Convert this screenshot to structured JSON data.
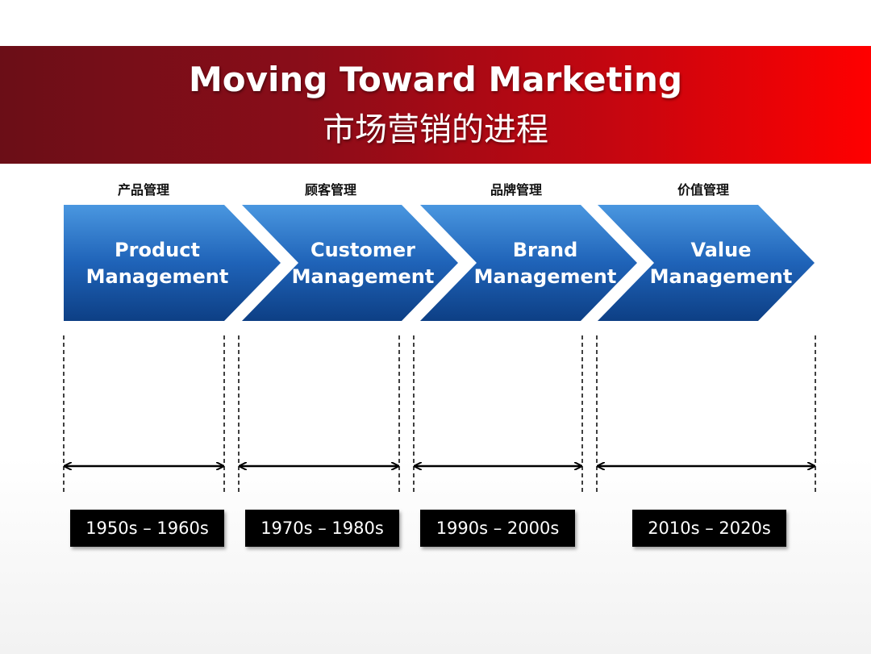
{
  "title": {
    "en": "Moving Toward Marketing",
    "zh": "市场营销的进程"
  },
  "stages": [
    {
      "cn_label": "产品管理",
      "line1": "Product",
      "line2": "Management",
      "era": "1950s – 1960s"
    },
    {
      "cn_label": "顾客管理",
      "line1": "Customer",
      "line2": "Management",
      "era": "1970s – 1980s"
    },
    {
      "cn_label": "品牌管理",
      "line1": "Brand",
      "line2": "Management",
      "era": "1990s – 2000s"
    },
    {
      "cn_label": "价值管理",
      "line1": "Value",
      "line2": "Management",
      "era": "2010s – 2020s"
    }
  ],
  "colors": {
    "banner_dark": "#6b0e17",
    "banner_bright": "#ff0000",
    "chevron_light": "#3a86d4",
    "chevron_dark": "#0e4a94",
    "era_box": "#000000"
  }
}
